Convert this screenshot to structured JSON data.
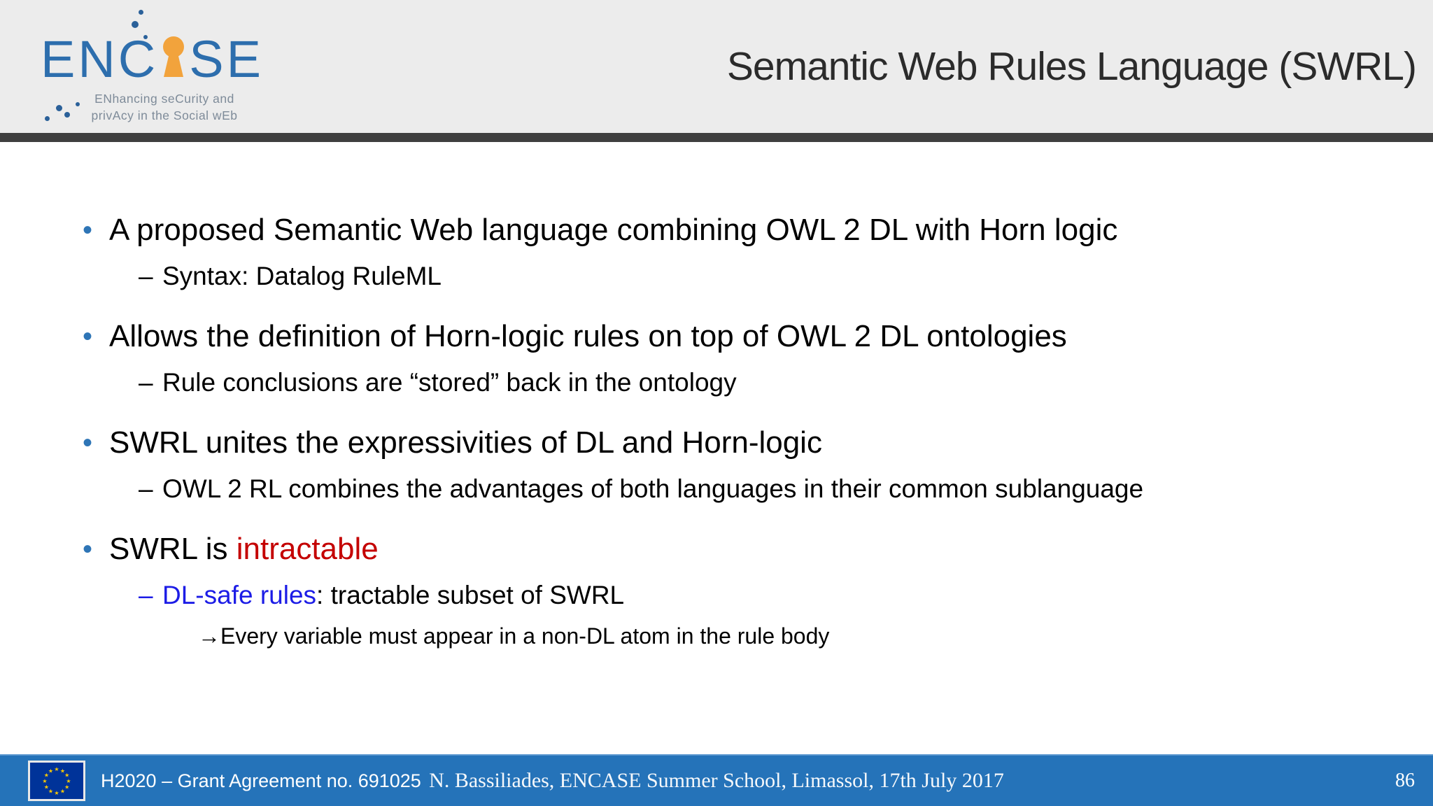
{
  "header": {
    "title": "Semantic Web Rules Language (SWRL)"
  },
  "logo": {
    "wordmark_left": "ENC",
    "wordmark_right": "SE",
    "keyhole_icon": "keyhole-icon",
    "tagline_line1": "ENhancing seCurity and",
    "tagline_line2": "privAcy in the Social wEb"
  },
  "markers": {
    "l1": "•",
    "l2": "–",
    "l3": "→"
  },
  "content": {
    "items": [
      {
        "level": 1,
        "parts": [
          {
            "t": "A proposed Semantic Web language combining OWL 2 DL with Horn logic"
          }
        ]
      },
      {
        "level": 2,
        "parts": [
          {
            "t": "Syntax: Datalog RuleML"
          }
        ]
      },
      {
        "level": 1,
        "parts": [
          {
            "t": "Allows the definition of Horn-logic rules on top of OWL 2 DL ontologies"
          }
        ]
      },
      {
        "level": 2,
        "parts": [
          {
            "t": "Rule conclusions are “stored” back in the ontology"
          }
        ]
      },
      {
        "level": 1,
        "parts": [
          {
            "t": "SWRL unites the expressivities of DL and Horn-logic"
          }
        ]
      },
      {
        "level": 2,
        "parts": [
          {
            "t": "OWL 2 RL combines the advantages of both languages in their common sublanguage"
          }
        ]
      },
      {
        "level": 1,
        "parts": [
          {
            "t": "SWRL is "
          },
          {
            "t": "intractable",
            "style": "red"
          }
        ]
      },
      {
        "level": 2,
        "parts": [
          {
            "t": "DL-safe rules",
            "style": "link"
          },
          {
            "t": ": tractable subset of SWRL"
          }
        ]
      },
      {
        "level": 3,
        "parts": [
          {
            "t": "Every variable must appear in a non-DL atom in the rule body"
          }
        ]
      }
    ]
  },
  "footer": {
    "grant_text": "H2020 – Grant Agreement no. 691025",
    "credit_text": "N. Bassiliades, ENCASE Summer School, Limassol, 17th July 2017",
    "page_number": "86"
  },
  "colors": {
    "header_bg": "#ececec",
    "divider": "#3f3f3f",
    "bullet_blue": "#2e75b6",
    "emphasis_red": "#c40000",
    "link_blue": "#1c1ce6",
    "footer_blue": "#2573b9",
    "logo_blue": "#2d6ead",
    "keyhole_orange": "#f2a33c",
    "eu_flag_blue": "#003399",
    "star_yellow": "#ffcc00"
  }
}
